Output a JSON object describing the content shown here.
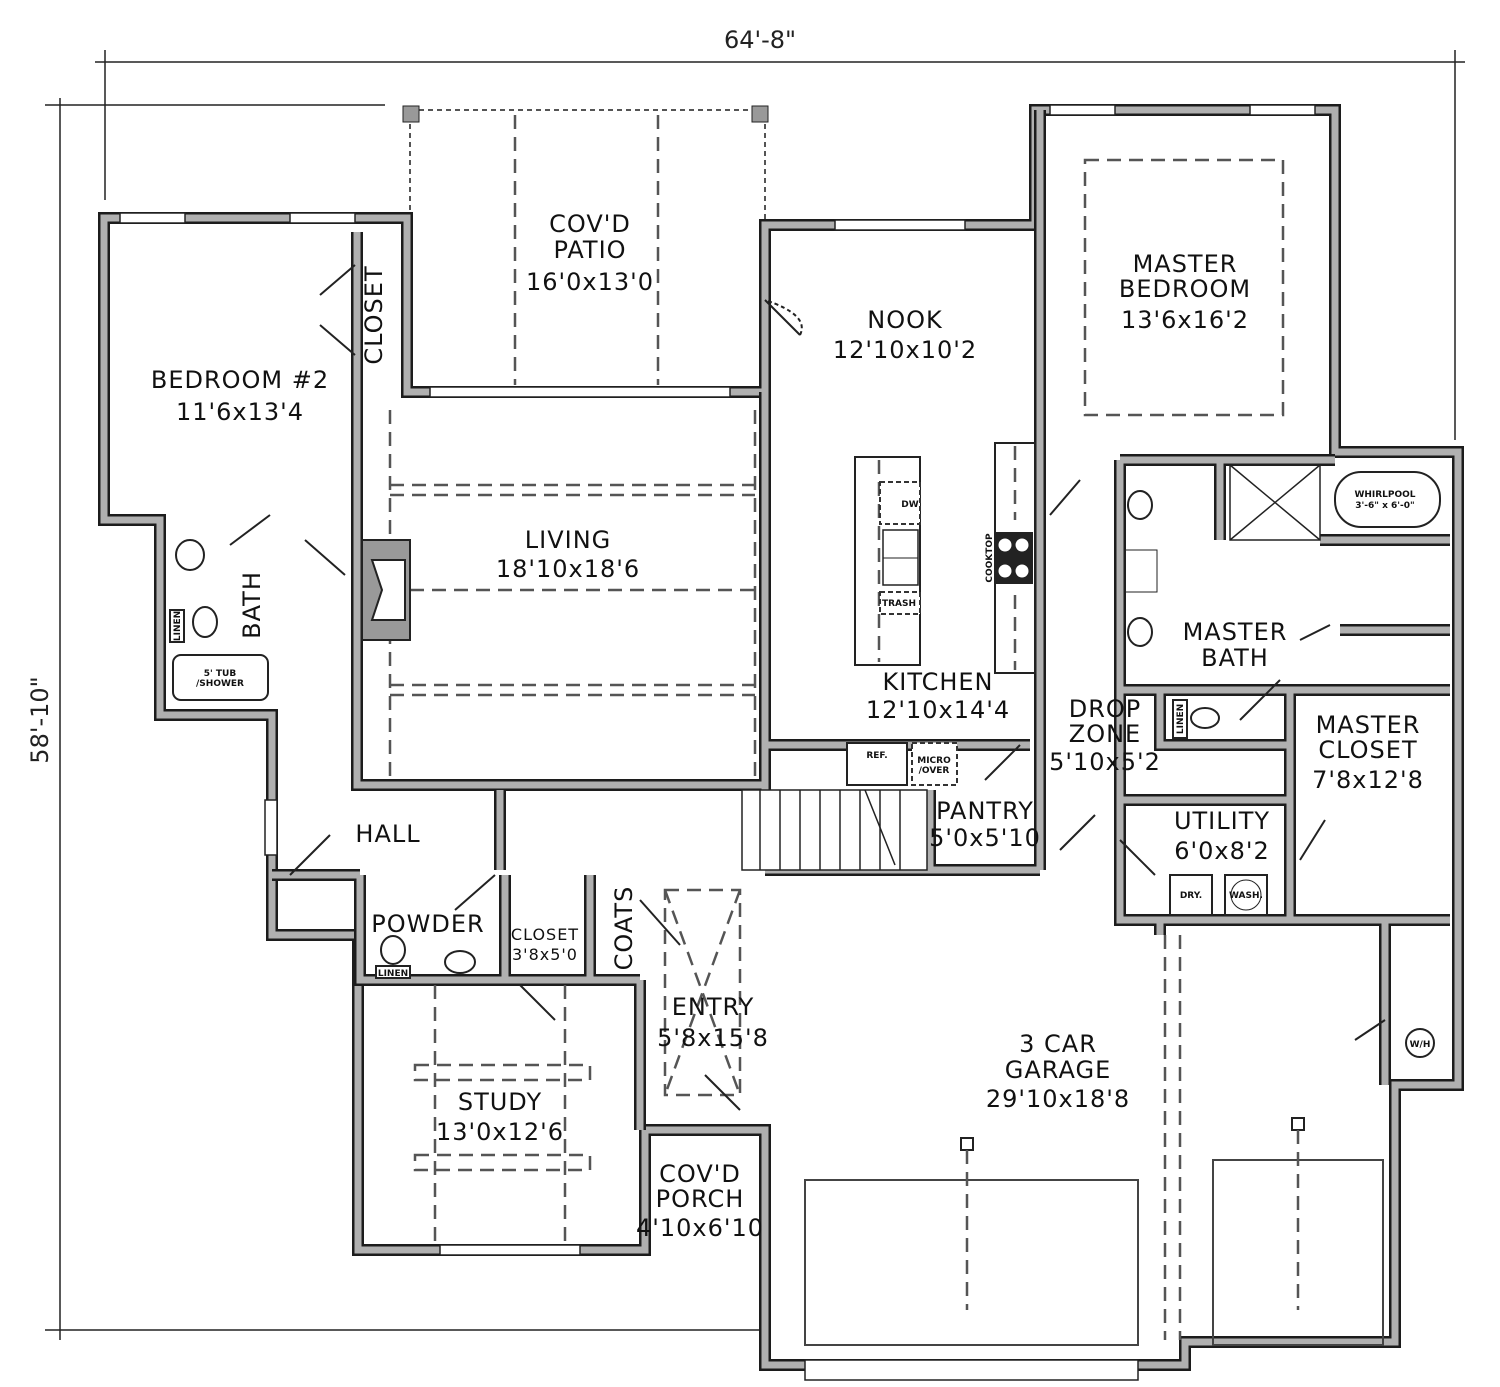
{
  "dimensions": {
    "width": "64'-8\"",
    "depth": "58'-10\""
  },
  "rooms": [
    {
      "name": [
        "COV'D",
        "PATIO"
      ],
      "size": "16'0x13'0"
    },
    {
      "name": [
        "BEDROOM #2"
      ],
      "size": "11'6x13'4"
    },
    {
      "name": [
        "LIVING"
      ],
      "size": "18'10x18'6"
    },
    {
      "name": [
        "NOOK"
      ],
      "size": "12'10x10'2"
    },
    {
      "name": [
        "MASTER",
        "BEDROOM"
      ],
      "size": "13'6x16'2"
    },
    {
      "name": [
        "KITCHEN"
      ],
      "size": "12'10x14'4"
    },
    {
      "name": [
        "MASTER",
        "BATH"
      ],
      "size": ""
    },
    {
      "name": [
        "DROP",
        "ZONE"
      ],
      "size": "5'10x5'2"
    },
    {
      "name": [
        "MASTER",
        "CLOSET"
      ],
      "size": "7'8x12'8"
    },
    {
      "name": [
        "HALL"
      ],
      "size": ""
    },
    {
      "name": [
        "PANTRY"
      ],
      "size": "5'0x5'10"
    },
    {
      "name": [
        "UTILITY"
      ],
      "size": "6'0x8'2"
    },
    {
      "name": [
        "POWDER"
      ],
      "size": ""
    },
    {
      "name": [
        "CLOSET"
      ],
      "size": "3'8x5'0"
    },
    {
      "name": [
        "ENTRY"
      ],
      "size": "5'8x15'8"
    },
    {
      "name": [
        "3 CAR",
        "GARAGE"
      ],
      "size": "29'10x18'8"
    },
    {
      "name": [
        "STUDY"
      ],
      "size": "13'0x12'6"
    },
    {
      "name": [
        "COV'D",
        "PORCH"
      ],
      "size": "4'10x6'10"
    }
  ],
  "vertical_labels": {
    "closet": "CLOSET",
    "bath": "BATH",
    "coats": "COATS"
  },
  "fixtures": {
    "dw": "DW",
    "trash": "TRASH",
    "cooktop": "COOKTOP",
    "ref": "REF.",
    "micro": "MICRO",
    "oven": "/OVER",
    "whirlpool": "WHIRLPOOL",
    "whirlpool_size": "3'-6\" x 6'-0\"",
    "linen": "LINEN",
    "tub": "5' TUB",
    "shower": "/SHOWER",
    "dryer": "DRY.",
    "washer": "WASH.",
    "water_heater": "W/H"
  }
}
